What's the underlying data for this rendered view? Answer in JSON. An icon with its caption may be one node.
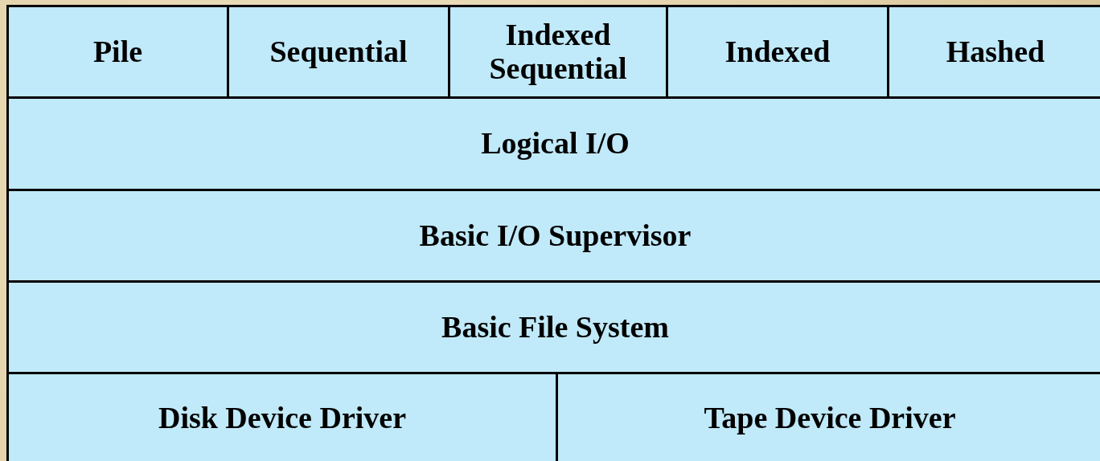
{
  "diagram": {
    "nodes": [
      {
        "text": [
          "Pile"
        ]
      },
      {
        "text": [
          "Sequential"
        ]
      },
      {
        "text": [
          "Indexed Sequential"
        ]
      },
      {
        "text": [
          "Indexed"
        ]
      },
      {
        "text": [
          "Hashed"
        ]
      },
      {
        "text": [
          "Logical I/O"
        ]
      },
      {
        "text": [
          "Basic I/O Supervisor"
        ]
      },
      {
        "text": [
          "Basic File System"
        ]
      },
      {
        "text": [
          "Disk Device Driver"
        ]
      },
      {
        "text": [
          "Tape Device Driver"
        ]
      }
    ]
  }
}
